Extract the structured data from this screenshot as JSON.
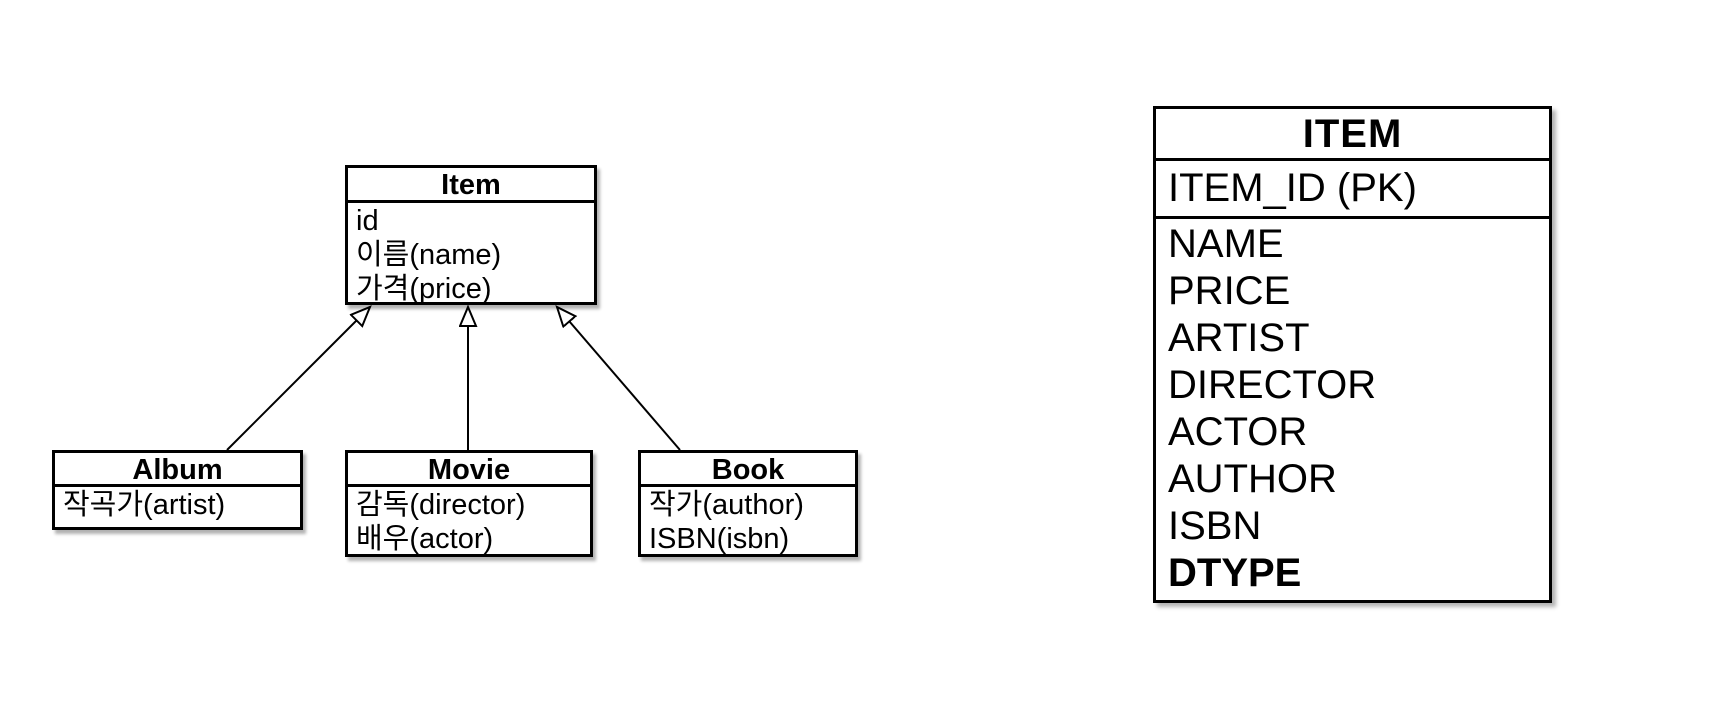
{
  "colors": {
    "ink": "#000000",
    "background": "#ffffff"
  },
  "uml": {
    "item": {
      "name": "Item",
      "attributes": [
        "id",
        "이름(name)",
        "가격(price)"
      ]
    },
    "album": {
      "name": "Album",
      "attributes": [
        "작곡가(artist)"
      ]
    },
    "movie": {
      "name": "Movie",
      "attributes": [
        "감독(director)",
        "배우(actor)"
      ]
    },
    "book": {
      "name": "Book",
      "attributes": [
        "작가(author)",
        "ISBN(isbn)"
      ]
    }
  },
  "table": {
    "title": "ITEM",
    "pk_row": "ITEM_ID (PK)",
    "columns": [
      "NAME",
      "PRICE",
      "ARTIST",
      "DIRECTOR",
      "ACTOR",
      "AUTHOR",
      "ISBN",
      "DTYPE"
    ]
  }
}
